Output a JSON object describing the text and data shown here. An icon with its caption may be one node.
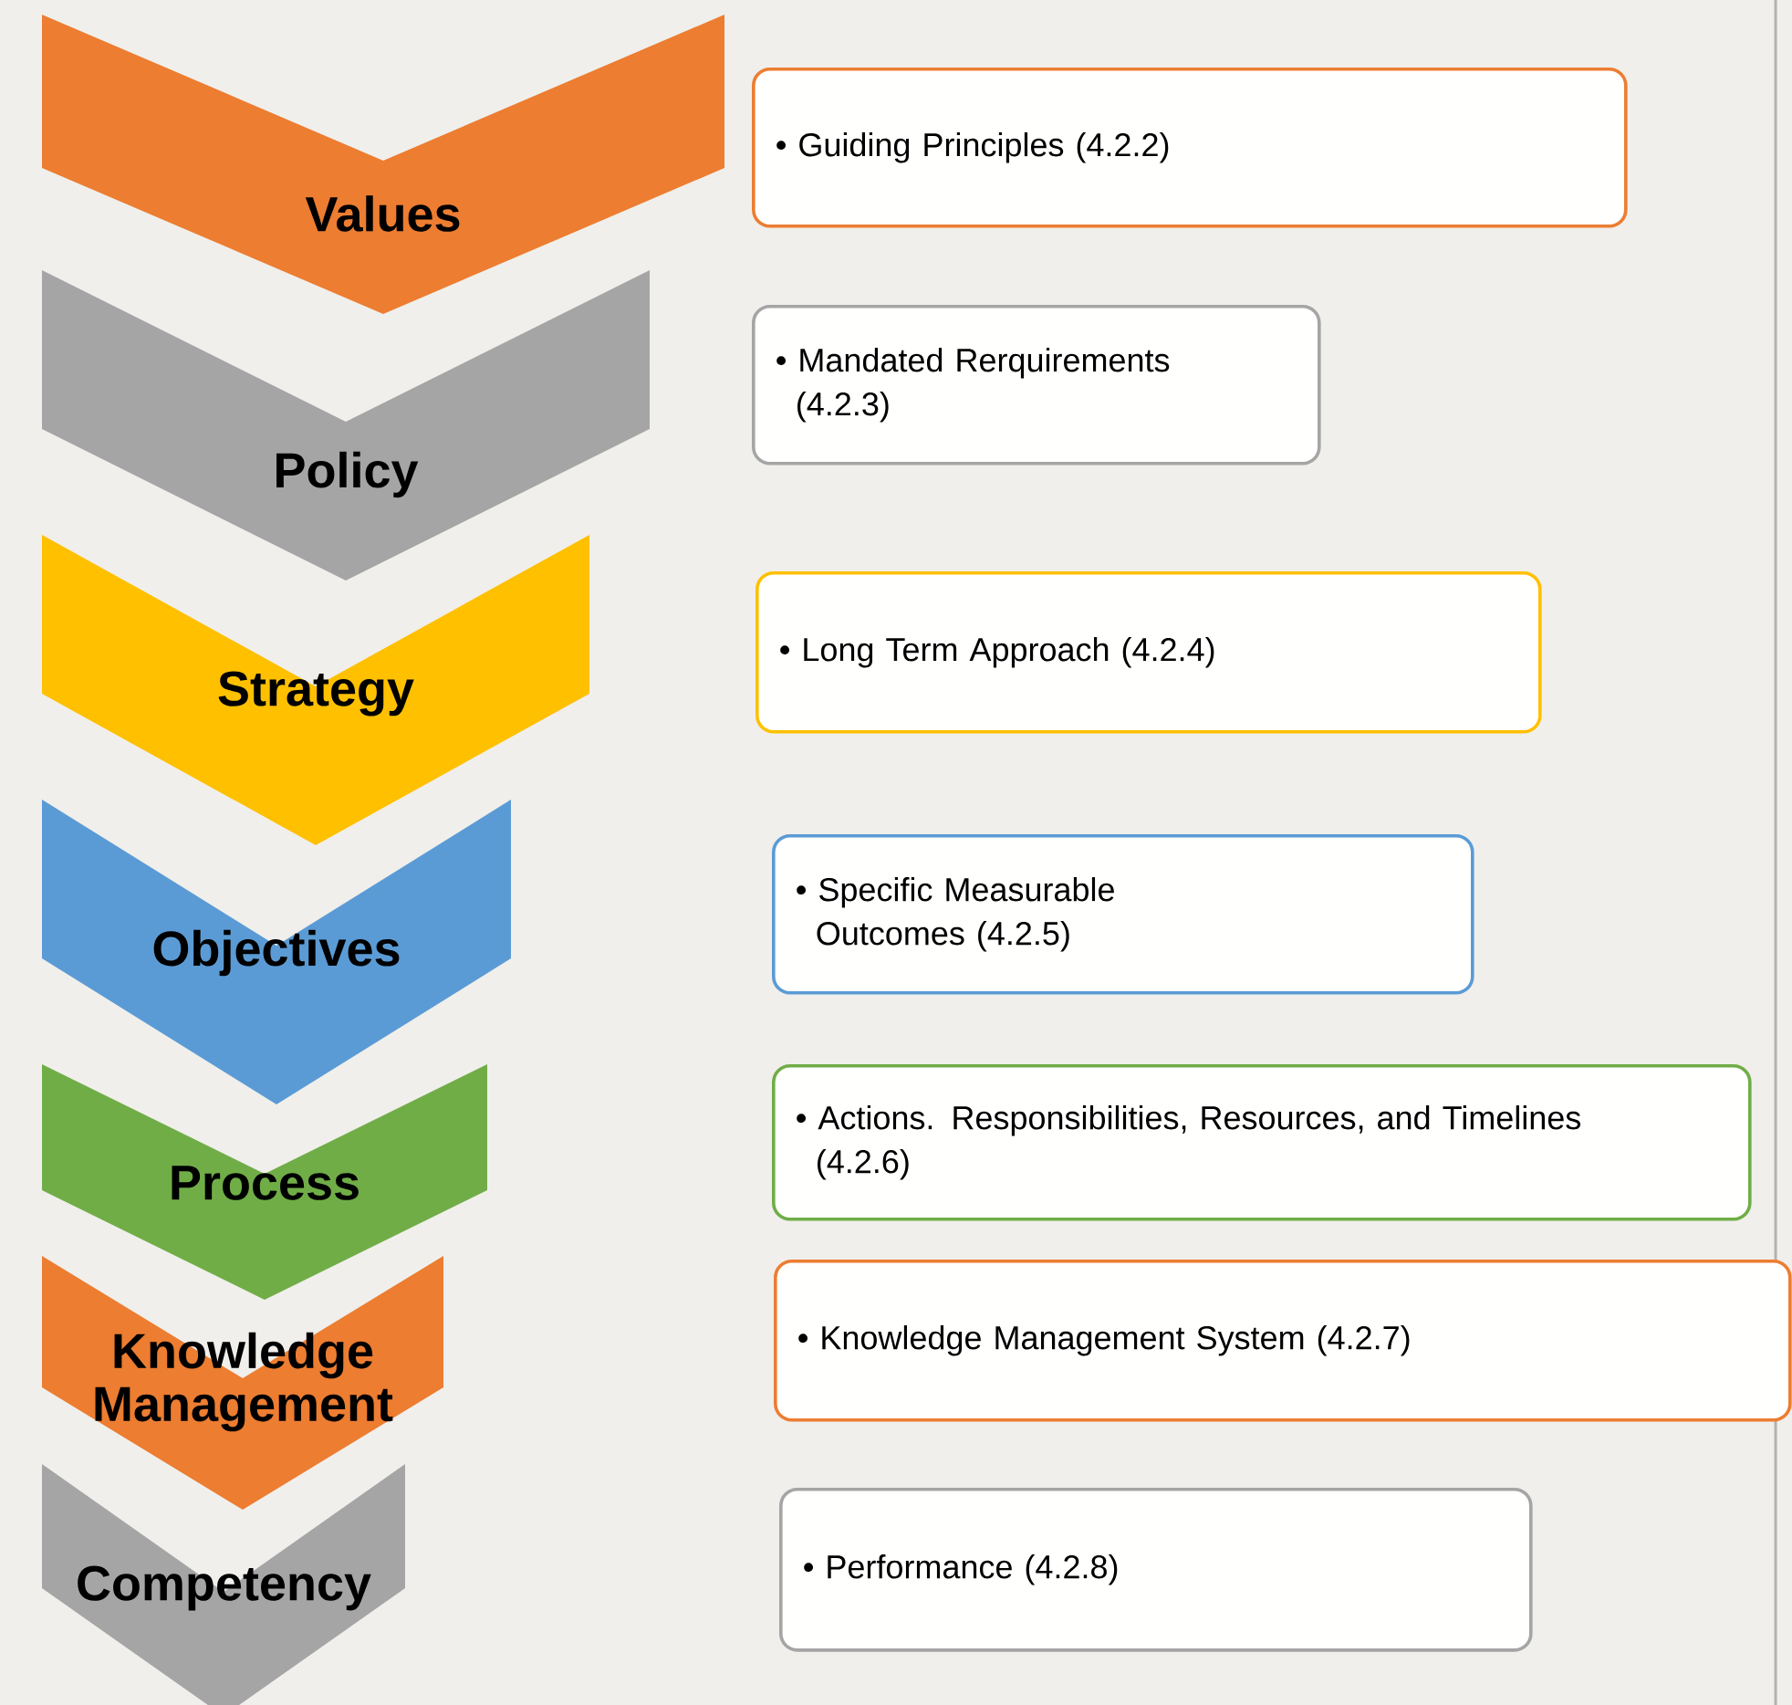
{
  "diagram": {
    "nodes": [
      {
        "text": [
          "Values"
        ]
      },
      {
        "text": [
          "• Guiding Principles (4.2.2)"
        ]
      },
      {
        "text": [
          "Policy"
        ]
      },
      {
        "text": [
          "• Mandated Rerquirements (4.2.3)"
        ]
      },
      {
        "text": [
          "Strategy"
        ]
      },
      {
        "text": [
          "• Long Term Approach (4.2.4)"
        ]
      },
      {
        "text": [
          "Objectives"
        ]
      },
      {
        "text": [
          "• Specific Measurable Outcomes (4.2.5)"
        ]
      },
      {
        "text": [
          "Process"
        ]
      },
      {
        "text": [
          "• Actions. Responsibilities, Resources, and Timelines (4.2.6)"
        ]
      },
      {
        "text": [
          "Knowledge Management"
        ]
      },
      {
        "text": [
          "• Knowledge Management System (4.2.7)"
        ]
      },
      {
        "text": [
          "Competency"
        ]
      },
      {
        "text": [
          "• Performance (4.2.8)"
        ]
      }
    ]
  }
}
